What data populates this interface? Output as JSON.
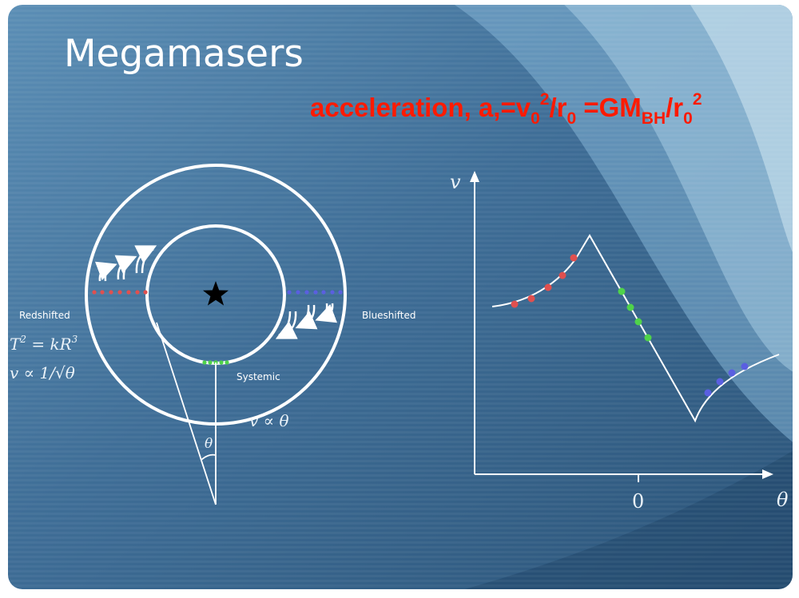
{
  "slide": {
    "title": "Megamasers",
    "formula": {
      "main1": "acceleration, a,=v",
      "sub_0a": "0",
      "sup_2a": "2",
      "main2": "/r",
      "sub_0b": "0",
      "main3": " =GM",
      "sub_bh": "BH",
      "main4": "/r",
      "sub_0c": "0",
      "sup_2b": "2"
    },
    "colors": {
      "formula": "#ff1a00",
      "title": "#ffffff",
      "redshifted": "#e0504f",
      "systemic": "#4fd34a",
      "blueshifted": "#5a5fe0"
    }
  },
  "disk_diagram": {
    "label_redshifted": "Redshifted",
    "label_blueshifted": "Blueshifted",
    "label_systemic": "Systemic",
    "eq_kepler_lhs": "T",
    "eq_kepler_exp1": "2",
    "eq_kepler_mid": " = kR",
    "eq_kepler_exp2": "3",
    "eq_v_sqrt": "v ∝ 1/√θ",
    "eq_v_theta": "v ∝ θ",
    "angle_label": "θ",
    "center_icon": "star-icon"
  },
  "velocity_plot": {
    "y_axis_label": "v",
    "x_axis_label": "θ",
    "x_tick_zero": "0"
  }
}
